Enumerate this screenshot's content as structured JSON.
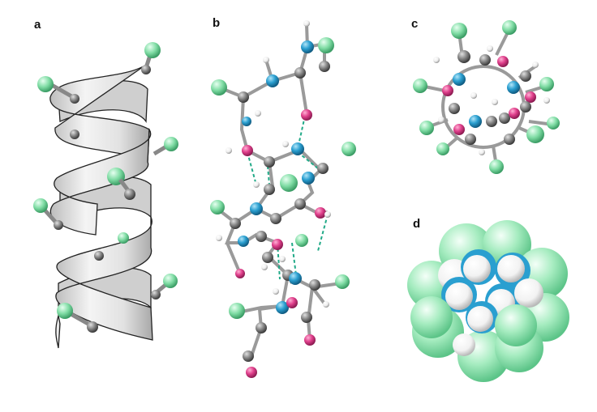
{
  "panels": {
    "a": {
      "label": "a"
    },
    "b": {
      "label": "b"
    },
    "c": {
      "label": "c"
    },
    "d": {
      "label": "d"
    }
  },
  "colors": {
    "carbon": "#7a7a7a",
    "oxygen": "#e0408c",
    "nitrogen": "#2a9fd0",
    "side_chain": "#6fd89a",
    "hydrogen": "#f2f2f2",
    "hbond": "#22aa88",
    "ribbon": "#e9e9e9"
  }
}
